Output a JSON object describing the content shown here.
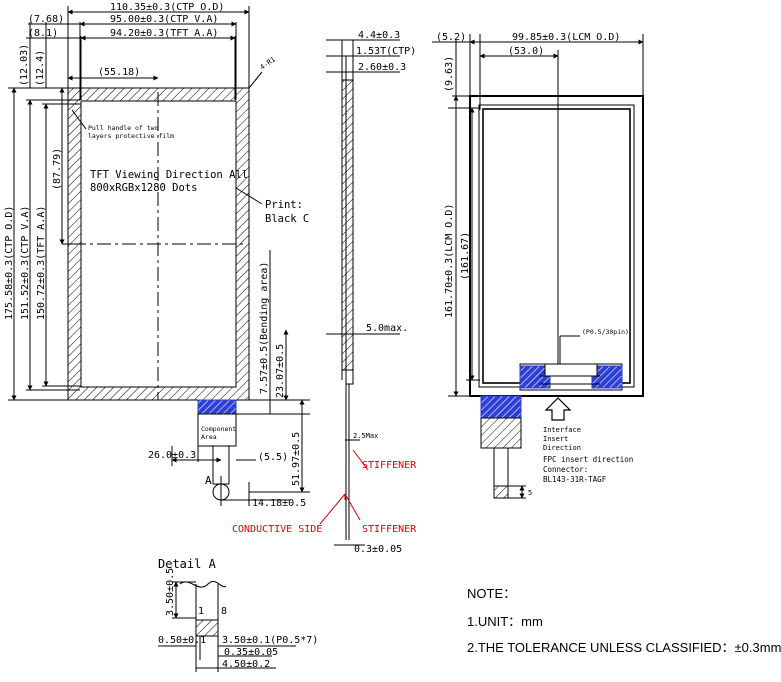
{
  "front_view": {
    "width_ctp_od": "110.35±0.3(CTP O.D)",
    "width_ctp_va": "95.00±0.3(CTP V.A)",
    "width_tft_aa": "94.20±0.3(TFT A.A)",
    "left_768": "(7.68)",
    "left_81": "(8.1)",
    "center_5518": "(55.18)",
    "top_1203": "(12.03)",
    "top_124": "(12.4)",
    "corner_r": "4-R1",
    "height_ctp_od": "175.58±0.3(CTP O.D)",
    "height_ctp_va": "151.52±0.3(CTP V.A)",
    "height_tft_aa": "150.72±0.3(TFT A.A)",
    "height_8779": "(87.79)",
    "pull_handle_1": "Pull handle of two",
    "pull_handle_2": "layers protective film",
    "viewing_1": "TFT Viewing Direction All",
    "viewing_2": "800xRGBx1280 Dots",
    "print_1": "Print:",
    "print_2": "Black C",
    "bending": "7.57±0.5(Bending area)",
    "dim_2307": "23.07±0.5",
    "dim_5197": "51.97±0.5",
    "component_1": "Component",
    "component_2": "Area",
    "dim_26": "26.0±0.3",
    "dim_55": "(5.5)",
    "dim_1418": "14.18±0.5",
    "label_a": "A"
  },
  "side_view": {
    "dim_44": "4.4±0.3",
    "dim_153": "1.53T(CTP)",
    "dim_26": "2.60±0.3",
    "dim_5max": "5.0max.",
    "dim_25max": "2.5Max",
    "stiffener": "STIFFENER",
    "conductive": "CONDUCTIVE SIDE",
    "dim_03": "0.3±0.05"
  },
  "rear_view": {
    "dim_52": "(5.2)",
    "width_lcm": "99.85±0.3(LCM O.D)",
    "dim_530": "(53.0)",
    "dim_963": "(9.63)",
    "height_lcm": "161.70±0.3(LCM O.D)",
    "height_16167": "(161.67)",
    "pin_label": "(P0.5/30pin)",
    "interface_1": "Interface",
    "interface_2": "Insert",
    "interface_3": "Direction",
    "fpc_1": "FPC insert direction",
    "fpc_2": "Connector:",
    "fpc_3": "BL143-31R-TAGF",
    "dim_5": "5"
  },
  "detail": {
    "title": "Detail A",
    "dim_35": "3.50±0.5",
    "pin_1": "1",
    "pin_8": "8",
    "dim_05": "0.50±0.1",
    "dim_pitch": "3.50±0.1(P0.5*7)",
    "dim_035": "0.35±0.05",
    "dim_45": "4.50±0.2"
  },
  "notes": {
    "title": "NOTE：",
    "unit": "1.UNIT：mm",
    "tolerance": "2.THE TOLERANCE UNLESS CLASSIFIED：±0.3mm"
  },
  "colors": {
    "line": "#000000",
    "accent_red": "#e00000",
    "fpc_blue": "#2e3fd6"
  }
}
